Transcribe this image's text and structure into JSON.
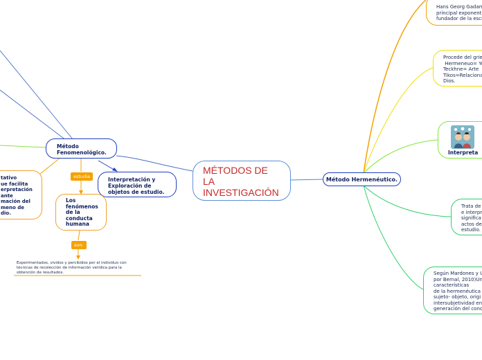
{
  "central": {
    "title_lines": [
      "MÉTODOS DE",
      "LA",
      "INVESTIGACIÓN"
    ]
  },
  "phenomenological": {
    "label_lines": [
      "Método",
      "Fenomenológico."
    ],
    "interpretation_node_lines": [
      "Interpretación y",
      "Exploración de",
      "objetos de estudio."
    ],
    "left_partial_lines": [
      "tativo",
      "ue facilita",
      "erpretación",
      "ante",
      "mación del",
      "meno de",
      "dio."
    ],
    "tag_studies": "estudia",
    "phenomena_lines": [
      "Los",
      "fenómenos",
      "de la",
      "conducta",
      "humana"
    ],
    "tag_are": "son:",
    "experiences_lines": [
      "Experimentados, vividos y percibidos por el individuo con",
      "técnicas de recolección de información verídica para la",
      "obtención de resultados."
    ]
  },
  "hermeneutic": {
    "label": "Método Hermenéutico.",
    "children": [
      {
        "lines": [
          "Hans Georg Gadam",
          "principal exponent",
          "fundador de la escu"
        ]
      },
      {
        "lines": [
          "Procede del grie",
          " Hermeneuo= Yo",
          "Teckhne= Arte",
          "Tikos=Relaciona",
          "Dios."
        ]
      },
      {
        "lines": [
          "Interpreta"
        ]
      },
      {
        "lines": [
          "Trata de",
          "e interpr",
          "significa",
          "actos de",
          "estudio."
        ]
      },
      {
        "lines": [
          "Según Mardones y U",
          "por Bernal, 2010)Un",
          "características",
          "de la hermenéutica e",
          "sujeto- objeto, origi",
          "intersubjetividad en",
          "generación del cono"
        ]
      }
    ]
  },
  "colors": {
    "title": "#c62828",
    "blue_branch": "#1f3fbf",
    "orange_branch": "#f5a100",
    "green_branch": "#7ee83a",
    "yellow_branch": "#f0e000"
  },
  "icons": [
    "photo-thumbnail-icon",
    "people-thinking-icon"
  ]
}
